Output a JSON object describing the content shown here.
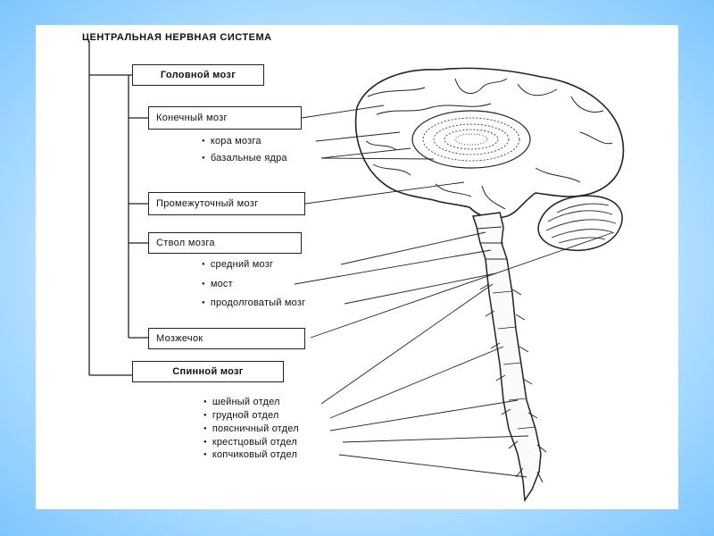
{
  "title": "ЦЕНТРАЛЬНАЯ НЕРВНАЯ СИСТЕМА",
  "boxes": {
    "head_brain": "Головной мозг",
    "telencephalon": "Конечный мозг",
    "diencephalon": "Промежуточный мозг",
    "brainstem": "Ствол мозга",
    "cerebellum": "Мозжечок",
    "spinal_cord": "Спинной мозг"
  },
  "telencephalon_parts": [
    "кора мозга",
    "базальные ядра"
  ],
  "brainstem_parts": [
    "средний мозг",
    "мост",
    "продолговатый мозг"
  ],
  "spinal_parts": [
    "шейный отдел",
    "грудной отдел",
    "поясничный отдел",
    "крестцовый отдел",
    "копчиковый отдел"
  ]
}
